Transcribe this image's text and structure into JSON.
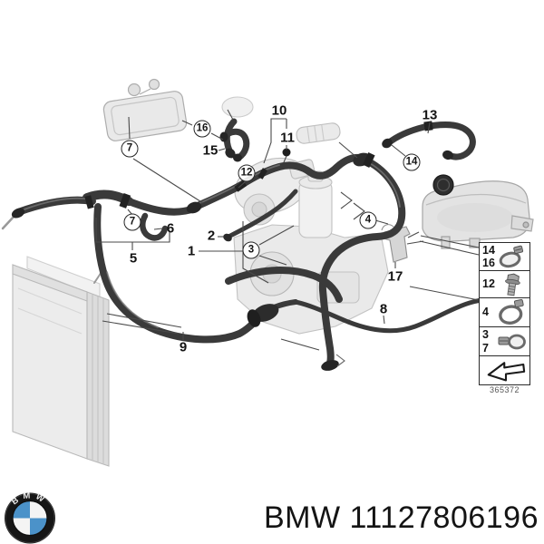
{
  "diagram": {
    "callouts": {
      "n1": "1",
      "n2": "2",
      "n3": "3",
      "n4": "4",
      "n5": "5",
      "n6": "6",
      "n7": "7",
      "n7b": "7",
      "n8": "8",
      "n9": "9",
      "n10": "10",
      "n11": "11",
      "n12": "12",
      "n13": "13",
      "n14": "14",
      "n15": "15",
      "n16": "16",
      "n17": "17"
    },
    "legend": {
      "row1": [
        "14",
        "16"
      ],
      "row2": [
        "12"
      ],
      "row3": [
        "4"
      ],
      "row4": [
        "3",
        "7"
      ],
      "icons": [
        "hose-clamp",
        "bolt",
        "hose-clamp-large",
        "hose-clamp-small",
        "direction-arrow"
      ],
      "caption": "365372"
    }
  },
  "footer": {
    "logo_text": "BMW",
    "part_label": "BMW 11127806196"
  },
  "colors": {
    "hose": "#3a3a3a",
    "fitting": "#262626",
    "part_fill": "#e7e7e7",
    "part_stroke": "#aaaaaa",
    "leader": "#4a4a4a",
    "bmw_blue": "#4b92c9",
    "text": "#141414"
  }
}
